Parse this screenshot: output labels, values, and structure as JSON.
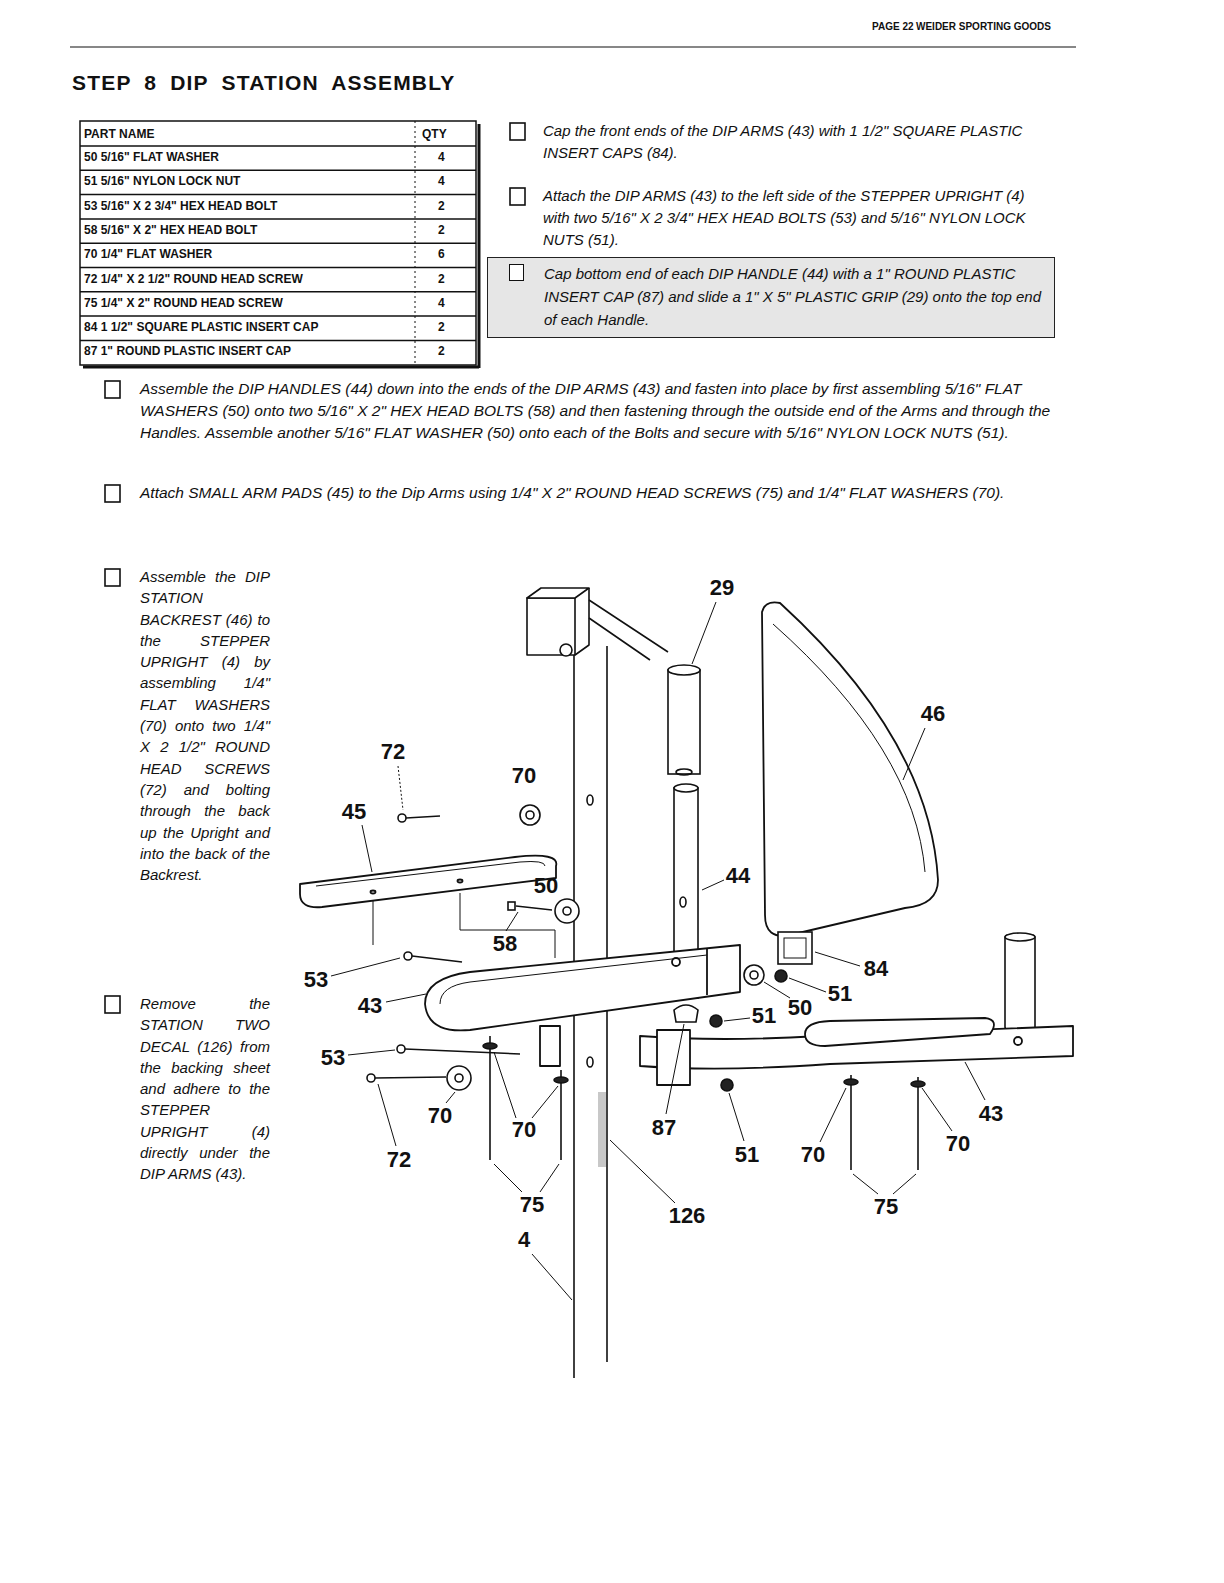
{
  "diagram": {
    "title": "STEP 8 DIP STATION ASSEMBLY",
    "nodes": [
      {
        "text": [
          "Cap bottom end of each DIP HANDLE (44) with a 1\" ROUND PLASTIC INSERT CAP (87) and slide a 1\" X 5\" PLASTIC GRIP (29) onto the top end of each Handle."
        ]
      }
    ],
    "labels": [
      "PAGE 22",
      "WEIDER SPORTING GOODS",
      "PART NAME",
      "QTY",
      "50 5/16\" FLAT WASHER",
      "4",
      "51 5/16\" NYLON LOCK NUT",
      "4",
      "53 5/16\" X 2 3/4\" HEX HEAD BOLT",
      "2",
      "58 5/16\" X 2\" HEX HEAD BOLT",
      "2",
      "70 1/4\" FLAT WASHER",
      "6",
      "72 1/4\" X 2 1/2\" ROUND HEAD SCREW",
      "2",
      "75 1/4\" X 2\" ROUND HEAD SCREW",
      "4",
      "84 1 1/2\" SQUARE PLASTIC INSERT CAP",
      "2",
      "87 1\" ROUND PLASTIC INSERT CAP",
      "2",
      "Cap the front ends of the DIP ARMS (43) with 1 1/2\" SQUARE PLASTIC INSERT CAPS (84).",
      "Attach the DIP ARMS (43) to the left side of the STEPPER UPRIGHT (4) with two 5/16\" X 2 3/4\" HEX HEAD BOLTS (53) and 5/16\" NYLON LOCK NUTS (51).",
      "Assemble the DIP HANDLES (44) down into the ends of the DIP ARMS (43) and fasten into place by first assembling 5/16\" FLAT WASHERS (50) onto two 5/16\" X 2\" HEX HEAD BOLTS (58) and then fastening through the outside end of the Arms and through the Handles. Assemble another 5/16\" FLAT WASHER (50) onto each of the Bolts and secure with 5/16\" NYLON LOCK NUTS (51).",
      "Attach SMALL ARM PADS (45) to the Dip Arms using 1/4\" X 2\" ROUND HEAD SCREWS (75) and 1/4\" FLAT WASHERS (70).",
      "Assemble the DIP STATION BACKREST (46) to the STEPPER UPRIGHT (4) by assembling 1/4\" FLAT WASHERS (70) onto two 1/4\" X 2 1/2\" ROUND HEAD SCREWS (72) and bolting through the back up the Upright and into the back of the Backrest.",
      "Remove the STATION TWO DECAL (126) from the backing sheet and adhere to the STEPPER UPRIGHT (4) directly under the DIP ARMS (43).",
      "29",
      "46",
      "72",
      "70",
      "45",
      "44",
      "50",
      "58",
      "84",
      "53",
      "51",
      "43",
      "50",
      "51",
      "53",
      "43",
      "70",
      "87",
      "70",
      "70",
      "51",
      "70",
      "72",
      "75",
      "75",
      "126",
      "4"
    ]
  }
}
